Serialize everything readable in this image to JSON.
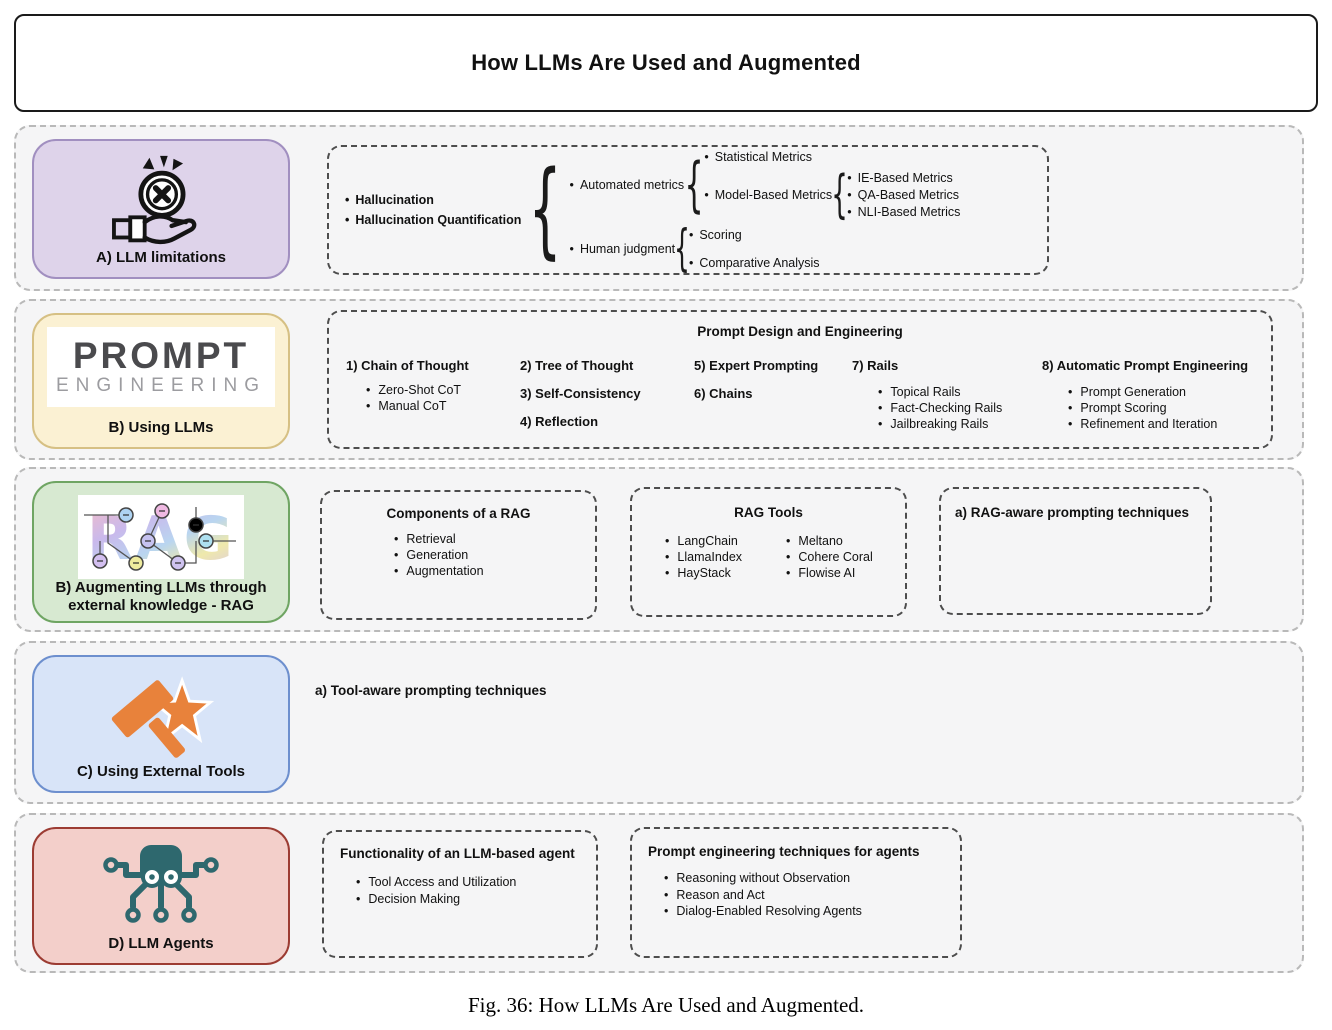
{
  "title": "How LLMs Are Used and Augmented",
  "caption": "Fig. 36: How LLMs Are Used and Augmented.",
  "colors": {
    "limitations_bg": "#ded3ea",
    "limitations_border": "#a18fc0",
    "using_llms_bg": "#fbf1d3",
    "using_llms_border": "#d6c084",
    "rag_bg": "#d7e9d1",
    "rag_border": "#6fa563",
    "tools_bg": "#d8e4f8",
    "tools_border": "#6d8fce",
    "agents_bg": "#f3cfca",
    "agents_border": "#9c3c33",
    "tools_icon": "#e8823b",
    "agents_icon": "#2e686e"
  },
  "limitations": {
    "label": "A) LLM limitations",
    "root_bullets": [
      "Hallucination",
      "Hallucination Quantification"
    ],
    "automated": {
      "label": "Automated metrics",
      "statistical": "Statistical Metrics",
      "model_based": "Model-Based Metrics",
      "model_based_children": [
        "IE-Based Metrics",
        "QA-Based Metrics",
        "NLI-Based Metrics"
      ]
    },
    "human": {
      "label": "Human judgment",
      "children": [
        "Scoring",
        "Comparative Analysis"
      ]
    }
  },
  "using_llms": {
    "label": "B) Using LLMs",
    "logo_top": "PROMPT",
    "logo_bottom": "ENGINEERING",
    "box_title": "Prompt Design and Engineering",
    "chain_of_thought": {
      "title": "1) Chain of Thought",
      "bullets": [
        "Zero-Shot CoT",
        "Manual CoT"
      ]
    },
    "col2": [
      "2) Tree of Thought",
      "3) Self-Consistency",
      "4) Reflection"
    ],
    "col3": [
      "5) Expert Prompting",
      "6) Chains"
    ],
    "rails": {
      "title": "7) Rails",
      "bullets": [
        "Topical Rails",
        "Fact-Checking Rails",
        "Jailbreaking Rails"
      ]
    },
    "auto_prompt": {
      "title": "8) Automatic Prompt Engineering",
      "bullets": [
        "Prompt Generation",
        "Prompt Scoring",
        "Refinement and Iteration"
      ]
    }
  },
  "rag": {
    "label": "B) Augmenting LLMs through external knowledge - RAG",
    "logo": "RAG",
    "components": {
      "title": "Components of a RAG",
      "bullets": [
        "Retrieval",
        "Generation",
        "Augmentation"
      ]
    },
    "tools": {
      "title": "RAG Tools",
      "col1": [
        "LangChain",
        "LlamaIndex",
        "HayStack"
      ],
      "col2": [
        "Meltano",
        "Cohere Coral",
        "Flowise AI"
      ]
    },
    "prompting": {
      "title": "a) RAG-aware prompting techniques"
    }
  },
  "external_tools": {
    "label": "C) Using External Tools",
    "note": "a) Tool-aware prompting techniques"
  },
  "agents": {
    "label": "D) LLM Agents",
    "functionality": {
      "title": "Functionality of an LLM-based agent",
      "bullets": [
        "Tool Access and Utilization",
        "Decision Making"
      ]
    },
    "prompting": {
      "title": "Prompt engineering techniques for agents",
      "bullets": [
        "Reasoning without Observation",
        "Reason and Act",
        "Dialog-Enabled Resolving Agents"
      ]
    }
  }
}
